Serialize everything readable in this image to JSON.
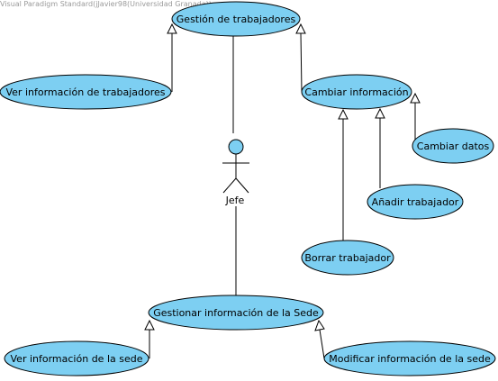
{
  "watermark": "Visual Paradigm Standard(jJavier98(Universidad Granada))",
  "colors": {
    "usecase_fill": "#7dcff2",
    "stroke": "#000000",
    "background": "#ffffff"
  },
  "actor": {
    "name": "Jefe"
  },
  "use_cases": {
    "gestion_trabajadores": "Gestión de trabajadores",
    "ver_info_trabajadores": "Ver información de trabajadores",
    "cambiar_informacion": "Cambiar información",
    "cambiar_datos": "Cambiar datos",
    "anadir_trabajador": "Añadir trabajador",
    "borrar_trabajador": "Borrar trabajador",
    "gestionar_sede": "Gestionar información de la Sede",
    "ver_info_sede": "Ver información de la sede",
    "modificar_info_sede": "Modificar información de la sede"
  }
}
